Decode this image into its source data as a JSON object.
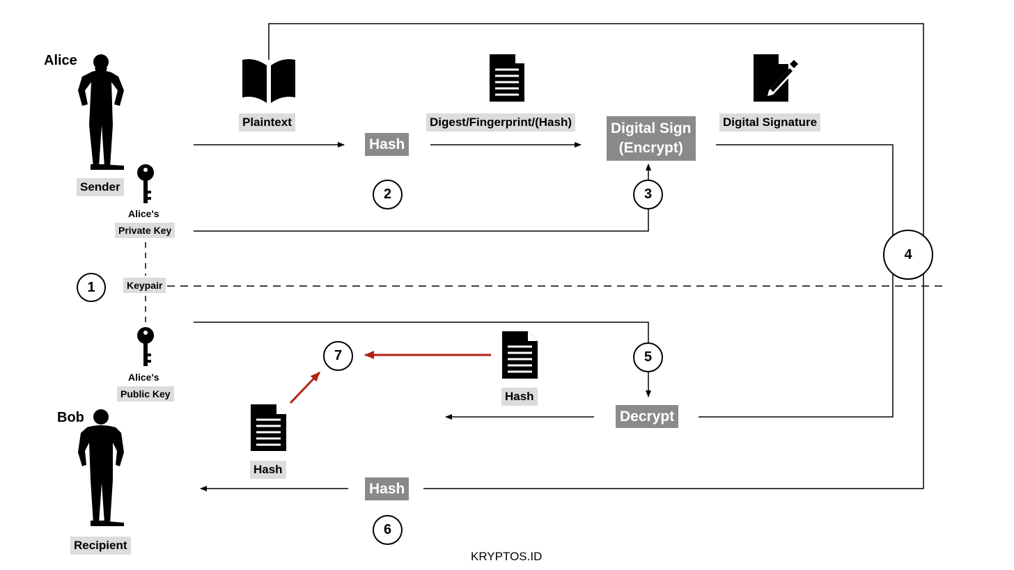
{
  "actors": {
    "alice": {
      "name": "Alice",
      "role": "Sender"
    },
    "bob": {
      "name": "Bob",
      "role": "Recipient"
    }
  },
  "keys": {
    "private": {
      "line1": "Alice's",
      "line2": "Private Key"
    },
    "public": {
      "line1": "Alice's",
      "line2": "Public Key"
    },
    "keypair": "Keypair"
  },
  "items": {
    "plaintext": "Plaintext",
    "digest": "Digest/Fingerprint/(Hash)",
    "digital_signature": "Digital Signature",
    "hash_doc_right": "Hash",
    "hash_doc_left": "Hash"
  },
  "processes": {
    "hash_top": "Hash",
    "sign_line1": "Digital Sign",
    "sign_line2": "(Encrypt)",
    "decrypt": "Decrypt",
    "hash_bottom": "Hash"
  },
  "steps": [
    "1",
    "2",
    "3",
    "4",
    "5",
    "6",
    "7"
  ],
  "footer": "KRYPTOS.ID",
  "colors": {
    "compare_arrow": "#b22016",
    "process_box": "#8a8a8a",
    "label_box": "#dcdcdc"
  },
  "icons": [
    "person-icon",
    "key-icon",
    "book-icon",
    "document-icon",
    "signed-document-icon"
  ]
}
